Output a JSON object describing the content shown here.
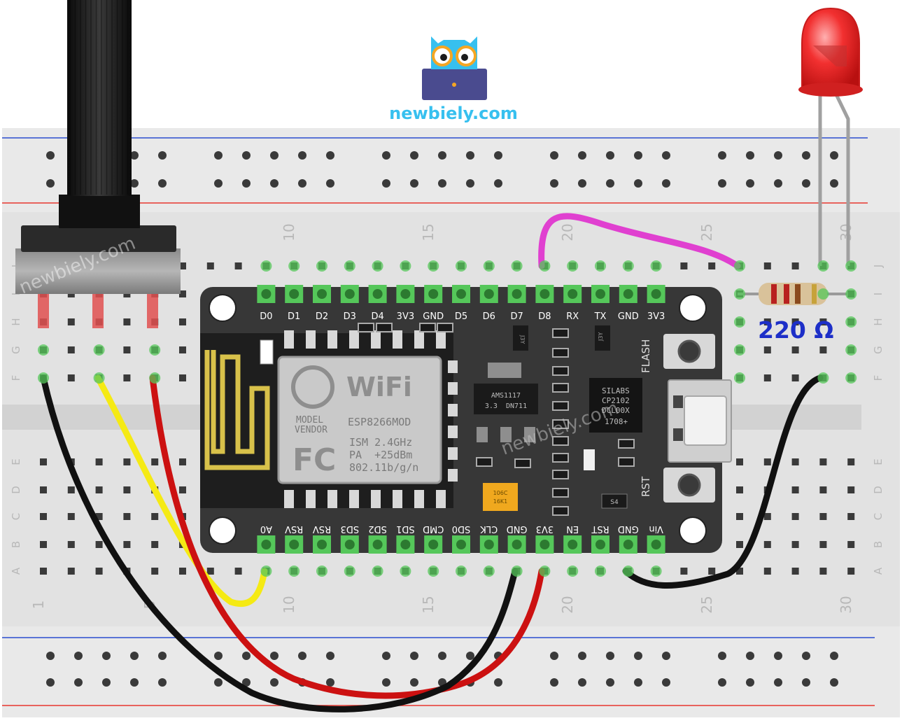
{
  "logo": {
    "text": "newbiely.com"
  },
  "watermark": {
    "text": "newbiely.com"
  },
  "breadboard": {
    "row_letters_top": [
      "J",
      "I",
      "H",
      "G",
      "F"
    ],
    "row_letters_bottom": [
      "E",
      "D",
      "C",
      "B",
      "A"
    ],
    "column_numbers": [
      "1",
      "5",
      "10",
      "15",
      "20",
      "25",
      "30"
    ]
  },
  "module": {
    "top_pins": [
      "D0",
      "D1",
      "D2",
      "D3",
      "D4",
      "3V3",
      "GND",
      "D5",
      "D6",
      "D7",
      "D8",
      "RX",
      "TX",
      "GND",
      "3V3"
    ],
    "bottom_pins": [
      "A0",
      "RSV",
      "RSV",
      "SD3",
      "SD2",
      "SD1",
      "CMD",
      "SD0",
      "CLK",
      "GND",
      "3V3",
      "EN",
      "RST",
      "GND",
      "Vin"
    ],
    "flash_label": "FLASH",
    "rst_label": "RST",
    "wifi_text": "WiFi",
    "model_line1": "MODEL",
    "model_line2": "VENDOR",
    "model_name": "ESP8266MOD",
    "fc_text": "FC",
    "spec1": "ISM 2.4GHz",
    "spec2": "PA  +25dBm",
    "spec3": "802.11b/g/n",
    "regulator_line1": "AMS1117",
    "regulator_line2": "3.3  DN711",
    "usb_chip_line1": "SILABS",
    "usb_chip_line2": "CP2102",
    "usb_chip_line3": "DCL00X",
    "usb_chip_line4": "1708+",
    "cap_line1": "106C",
    "cap_line2": "16K1",
    "j3y": "J3Y",
    "s4": "S4"
  },
  "resistor": {
    "label": "220 Ω"
  },
  "colors": {
    "breadboard": "#e2e2e2",
    "power_red": "#e8372f",
    "power_blue": "#2a4ed0",
    "pin_green": "#55c75a",
    "board_dark": "#373737",
    "wire_black": "#111111",
    "wire_red": "#cc1111",
    "wire_yellow": "#f5ea14",
    "wire_magenta": "#e040d0",
    "led_red": "#f23030",
    "label_blue": "#1d2fc8"
  }
}
